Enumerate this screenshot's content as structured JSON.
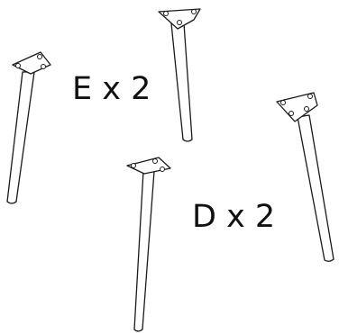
{
  "labels": {
    "label_e": "E x 2",
    "label_d": "D x 2"
  },
  "parts": [
    {
      "id": "E",
      "quantity": 2
    },
    {
      "id": "D",
      "quantity": 2
    }
  ],
  "colors": {
    "line": "#1a1a1a",
    "text": "#111111",
    "background": "#ffffff"
  }
}
